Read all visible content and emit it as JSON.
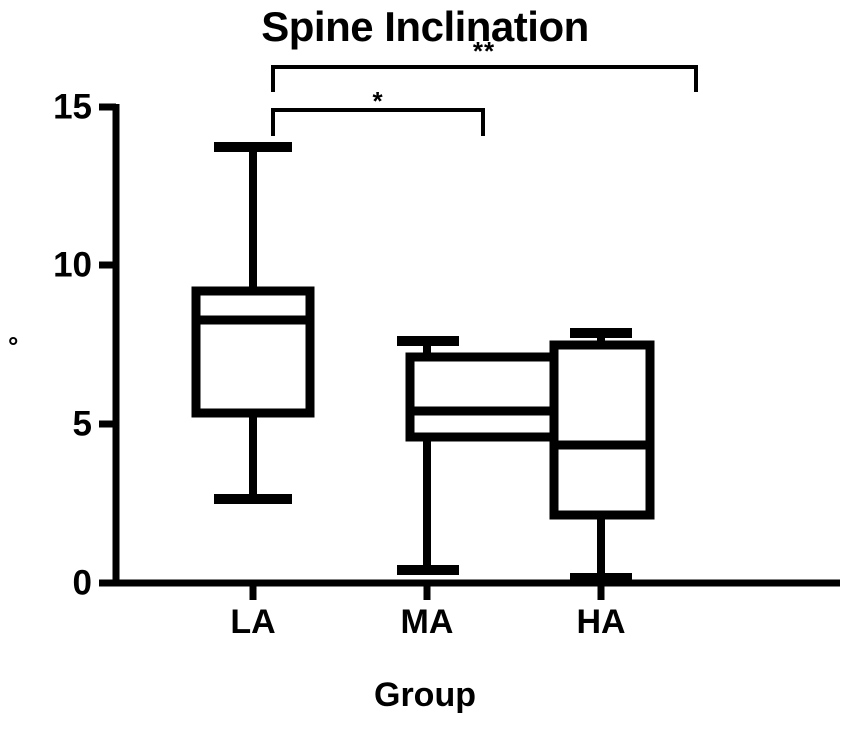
{
  "chart_data": {
    "type": "box",
    "title": "Spine Inclination",
    "xlabel": "Group",
    "ylabel": "°",
    "categories": [
      "LA",
      "MA",
      "HA"
    ],
    "ylim": [
      0,
      15
    ],
    "yticks": [
      0,
      5,
      10,
      15
    ],
    "ytick_labels": [
      "0",
      "5",
      "10",
      "15"
    ],
    "grid": false,
    "legend": null,
    "boxes": [
      {
        "category": "LA",
        "whisker_low": 2.6,
        "q1": 5.35,
        "median": 8.3,
        "q3": 9.15,
        "whisker_high": 13.75
      },
      {
        "category": "MA",
        "whisker_low": 0.4,
        "q1": 4.6,
        "median": 5.4,
        "q3": 7.1,
        "whisker_high": 7.65
      },
      {
        "category": "HA",
        "whisker_low": 0.15,
        "q1": 2.15,
        "median": 4.35,
        "q3": 7.5,
        "whisker_high": 7.9
      }
    ],
    "annotations": [
      {
        "label": "**",
        "from": "LA",
        "to": "HA",
        "level": 2
      },
      {
        "label": "*",
        "from": "LA",
        "to": "MA",
        "level": 1
      }
    ]
  },
  "colors": {
    "line": "#000000",
    "fill": "#ffffff",
    "background": "#ffffff"
  }
}
